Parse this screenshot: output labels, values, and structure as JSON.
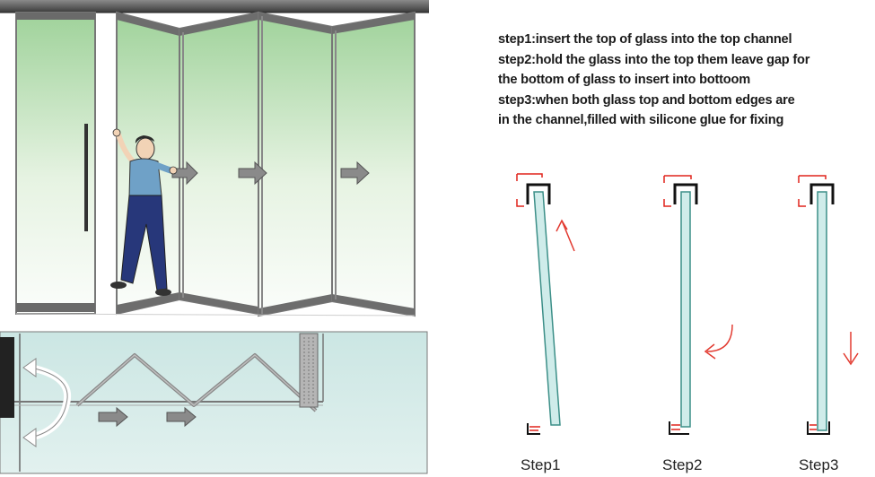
{
  "instructions": [
    "step1:insert the top of glass into the top channel",
    "step2:hold the glass into the top them leave gap for",
    "the bottom of glass to insert into bottoom",
    "step3:when both glass top and bottom edges are",
    "in the channel,filled with silicone glue for fixing"
  ],
  "steps": [
    {
      "label": "Step1"
    },
    {
      "label": "Step2"
    },
    {
      "label": "Step3"
    }
  ],
  "colors": {
    "glass_light": "#f4faf2",
    "glass_green": "#9fd29a",
    "frame": "#555555",
    "plan_bg": "#d7ecea",
    "pane_line": "#3c8f88",
    "pane_fill": "#cfecea",
    "seal_red": "#e0241c",
    "arrow_red": "#e23a30"
  }
}
